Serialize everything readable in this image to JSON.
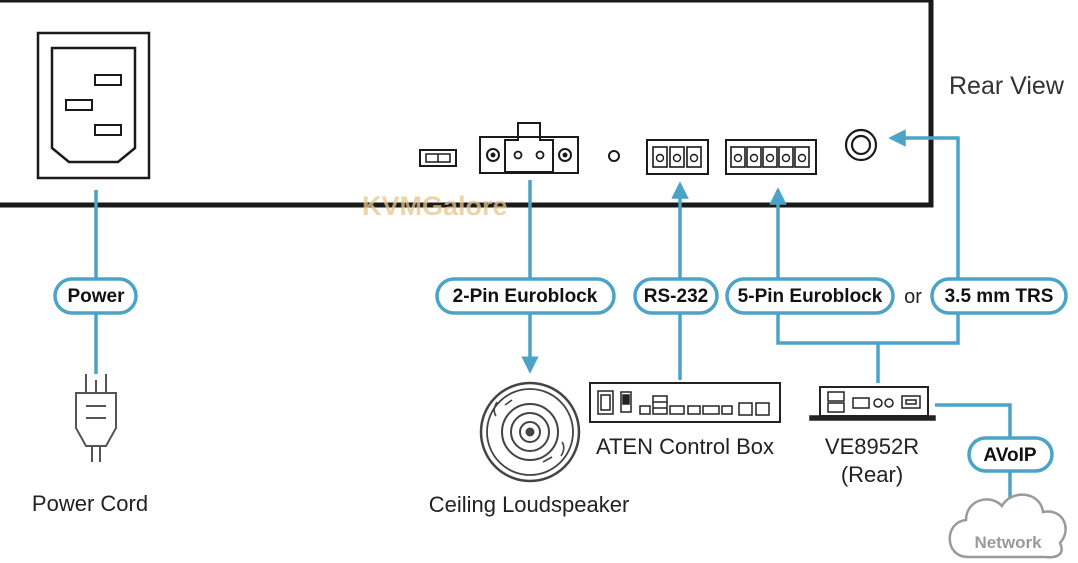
{
  "header": {
    "view_title": "Rear View"
  },
  "watermark": "KVMGalore",
  "labels": {
    "power": "Power",
    "two_pin": "2-Pin Euroblock",
    "rs232": "RS-232",
    "five_pin": "5-Pin Euroblock",
    "or": "or",
    "trs": "3.5 mm TRS",
    "avoip": "AVoIP",
    "network": "Network"
  },
  "devices": {
    "power_cord": "Power Cord",
    "loudspeaker": "Ceiling Loudspeaker",
    "control_box": "ATEN Control Box",
    "ve_model": "VE8952R",
    "ve_side": "(Rear)"
  },
  "colors": {
    "accent": "#4ba3c7",
    "outline": "#1a1a1a",
    "watermark": "#e8c58a",
    "cloud": "#9a9a9a"
  }
}
